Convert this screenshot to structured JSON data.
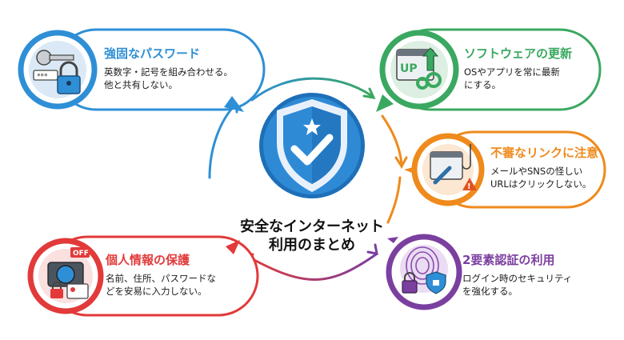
{
  "center": {
    "title_line1": "安全なインターネット",
    "title_line2": "利用のまとめ",
    "icon": "shield-check-star-icon"
  },
  "cards": [
    {
      "id": "password",
      "title": "強固なパスワード",
      "desc_line1": "英数字・記号を組み合わせる。",
      "desc_line2": "他と共有しない。",
      "color": "#2e8fd6",
      "icon": "key-lock-password-icon"
    },
    {
      "id": "update",
      "title": "ソフトウェアの更新",
      "desc_line1": "OSやアプリを常に最新",
      "desc_line2": "にする。",
      "color": "#3aa860",
      "icon": "update-gears-icon",
      "badge": "UP"
    },
    {
      "id": "link",
      "title": "不審なリンクに注意",
      "desc_line1": "メールやSNSの怪しい",
      "desc_line2": "URLはクリックしない。",
      "color": "#ef8a1c",
      "icon": "phishing-link-warning-icon"
    },
    {
      "id": "mfa",
      "title": "2要素認証の利用",
      "desc_line1": "ログイン時のセキュリティ",
      "desc_line2": "を強化する。",
      "color": "#7b3fa0",
      "icon": "fingerprint-shield-lock-icon"
    },
    {
      "id": "privacy",
      "title": "個人情報の保護",
      "desc_line1": "名前、住所、パスワードな",
      "desc_line2": "どを安易に入力しない。",
      "color": "#e23a3a",
      "icon": "camera-off-id-lock-icon",
      "badge": "OFF"
    }
  ]
}
